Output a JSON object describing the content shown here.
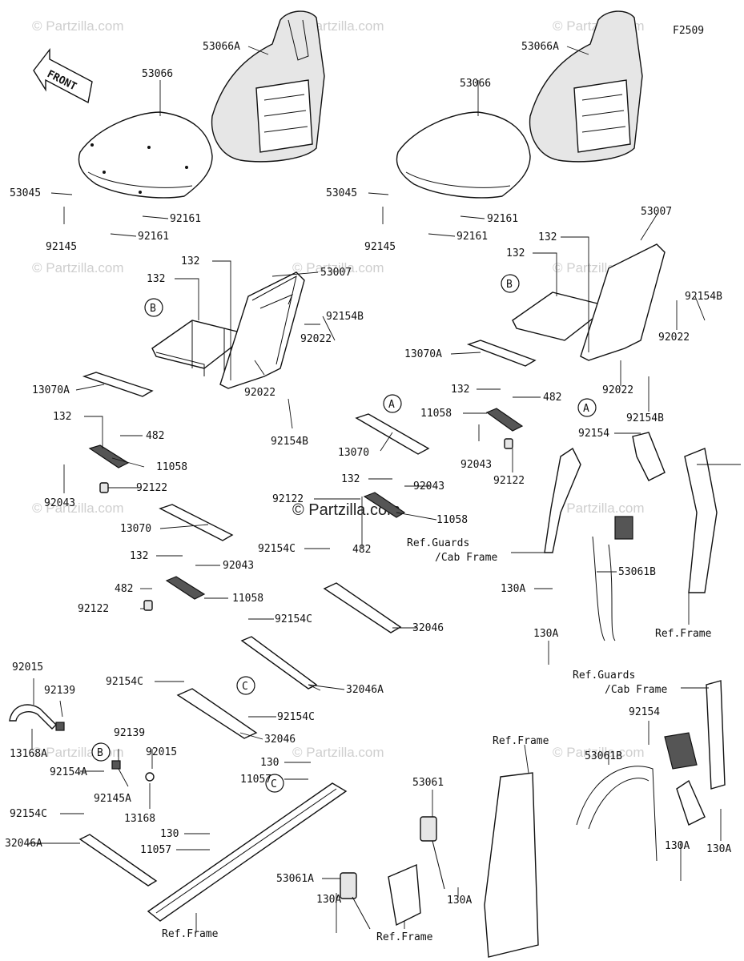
{
  "figure_code": "F2509",
  "front_label": "FRONT",
  "watermark": "Partzilla.com",
  "watermark_main": "© Partzilla.com",
  "watermark_small": "© Partzilla.com",
  "labels": [
    {
      "id": "l1",
      "text": "53066A"
    },
    {
      "id": "l2",
      "text": "53066"
    },
    {
      "id": "l3",
      "text": "53045"
    },
    {
      "id": "l4",
      "text": "92161"
    },
    {
      "id": "l5",
      "text": "92161"
    },
    {
      "id": "l6",
      "text": "92145"
    },
    {
      "id": "l7",
      "text": "132"
    },
    {
      "id": "l8",
      "text": "132"
    },
    {
      "id": "l9",
      "text": "53007"
    },
    {
      "id": "l10",
      "text": "92154B"
    },
    {
      "id": "l11",
      "text": "92022"
    },
    {
      "id": "l12",
      "text": "13070A"
    },
    {
      "id": "l13",
      "text": "92022"
    },
    {
      "id": "l14",
      "text": "92154B"
    },
    {
      "id": "l15",
      "text": "132"
    },
    {
      "id": "l16",
      "text": "482"
    },
    {
      "id": "l17",
      "text": "11058"
    },
    {
      "id": "l18",
      "text": "92043"
    },
    {
      "id": "l19",
      "text": "92122"
    },
    {
      "id": "l20",
      "text": "13070"
    },
    {
      "id": "l21",
      "text": "132"
    },
    {
      "id": "l22",
      "text": "92043"
    },
    {
      "id": "l23",
      "text": "482"
    },
    {
      "id": "l24",
      "text": "11058"
    },
    {
      "id": "l25",
      "text": "92122"
    },
    {
      "id": "l26",
      "text": "92154C"
    },
    {
      "id": "l27",
      "text": "92015"
    },
    {
      "id": "l28",
      "text": "92139"
    },
    {
      "id": "l29",
      "text": "13168A"
    },
    {
      "id": "l30",
      "text": "92139"
    },
    {
      "id": "l31",
      "text": "92015"
    },
    {
      "id": "l32",
      "text": "92154A"
    },
    {
      "id": "l33",
      "text": "92145A"
    },
    {
      "id": "l34",
      "text": "13168"
    },
    {
      "id": "l35",
      "text": "92154C"
    },
    {
      "id": "l36",
      "text": "32046"
    },
    {
      "id": "l37",
      "text": "92154C"
    },
    {
      "id": "l38",
      "text": "92154C"
    },
    {
      "id": "l39",
      "text": "32046A"
    },
    {
      "id": "l40",
      "text": "130"
    },
    {
      "id": "l41",
      "text": "11057"
    },
    {
      "id": "l42",
      "text": "130"
    },
    {
      "id": "l43",
      "text": "11057"
    },
    {
      "id": "l44",
      "text": "Ref.Frame"
    },
    {
      "id": "l45",
      "text": "13070"
    },
    {
      "id": "l46",
      "text": "132"
    },
    {
      "id": "l47",
      "text": "92043"
    },
    {
      "id": "l48",
      "text": "92122"
    },
    {
      "id": "l49",
      "text": "11058"
    },
    {
      "id": "l50",
      "text": "482"
    },
    {
      "id": "l51",
      "text": "92154C"
    },
    {
      "id": "l52",
      "text": "32046"
    },
    {
      "id": "l53",
      "text": "32046A"
    },
    {
      "id": "l54",
      "text": "53066A"
    },
    {
      "id": "l55",
      "text": "53066"
    },
    {
      "id": "l56",
      "text": "53045"
    },
    {
      "id": "l57",
      "text": "92161"
    },
    {
      "id": "l58",
      "text": "92161"
    },
    {
      "id": "l59",
      "text": "92145"
    },
    {
      "id": "l60",
      "text": "132"
    },
    {
      "id": "l61",
      "text": "132"
    },
    {
      "id": "l62",
      "text": "53007"
    },
    {
      "id": "l63",
      "text": "92154B"
    },
    {
      "id": "l64",
      "text": "92022"
    },
    {
      "id": "l65",
      "text": "13070A"
    },
    {
      "id": "l66",
      "text": "92022"
    },
    {
      "id": "l67",
      "text": "92154B"
    },
    {
      "id": "l68",
      "text": "132"
    },
    {
      "id": "l69",
      "text": "482"
    },
    {
      "id": "l70",
      "text": "11058"
    },
    {
      "id": "l71",
      "text": "92043"
    },
    {
      "id": "l72",
      "text": "92122"
    },
    {
      "id": "l73",
      "text": "92154"
    },
    {
      "id": "l74",
      "text": "Ref.Guards"
    },
    {
      "id": "l75",
      "text": "/Cab Frame"
    },
    {
      "id": "l76",
      "text": "130A"
    },
    {
      "id": "l77",
      "text": "53061B"
    },
    {
      "id": "l78",
      "text": "Ref.Frame"
    },
    {
      "id": "l79",
      "text": "130A"
    },
    {
      "id": "l80",
      "text": "Ref.Guards"
    },
    {
      "id": "l81",
      "text": "/Cab Frame"
    },
    {
      "id": "l82",
      "text": "92154"
    },
    {
      "id": "l83",
      "text": "Ref.Frame"
    },
    {
      "id": "l84",
      "text": "53061B"
    },
    {
      "id": "l85",
      "text": "53061"
    },
    {
      "id": "l86",
      "text": "53061A"
    },
    {
      "id": "l87",
      "text": "130A"
    },
    {
      "id": "l88",
      "text": "130A"
    },
    {
      "id": "l89",
      "text": "Ref.Frame"
    },
    {
      "id": "l90",
      "text": "130A"
    },
    {
      "id": "l91",
      "text": "130A"
    }
  ],
  "callouts": [
    {
      "id": "c1",
      "text": "B"
    },
    {
      "id": "c2",
      "text": "B"
    },
    {
      "id": "c3",
      "text": "C"
    },
    {
      "id": "c4",
      "text": "C"
    },
    {
      "id": "c5",
      "text": "A"
    },
    {
      "id": "c6",
      "text": "B"
    },
    {
      "id": "c7",
      "text": "A"
    }
  ]
}
